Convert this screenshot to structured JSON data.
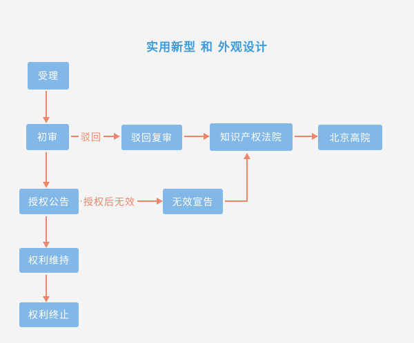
{
  "title": "实用新型 和 外观设计",
  "nodes": {
    "acceptance": {
      "label": "受理"
    },
    "preliminary_exam": {
      "label": "初审"
    },
    "rejection_review": {
      "label": "驳回复审"
    },
    "ip_court": {
      "label": "知识产权法院"
    },
    "beijing_high_court": {
      "label": "北京高院"
    },
    "grant_announcement": {
      "label": "授权公告"
    },
    "invalidation_declaration": {
      "label": "无效宣告"
    },
    "rights_maintained": {
      "label": "权利维持"
    },
    "rights_terminated": {
      "label": "权利终止"
    }
  },
  "edges": {
    "rejection_label": "驳回",
    "invalid_after_grant_label": "授权后无效"
  },
  "colors": {
    "background": "#f4f4f4",
    "node_fill": "#82b8e8",
    "node_text": "#ffffff",
    "arrow": "#e8876c",
    "title": "#3d9bd9"
  }
}
